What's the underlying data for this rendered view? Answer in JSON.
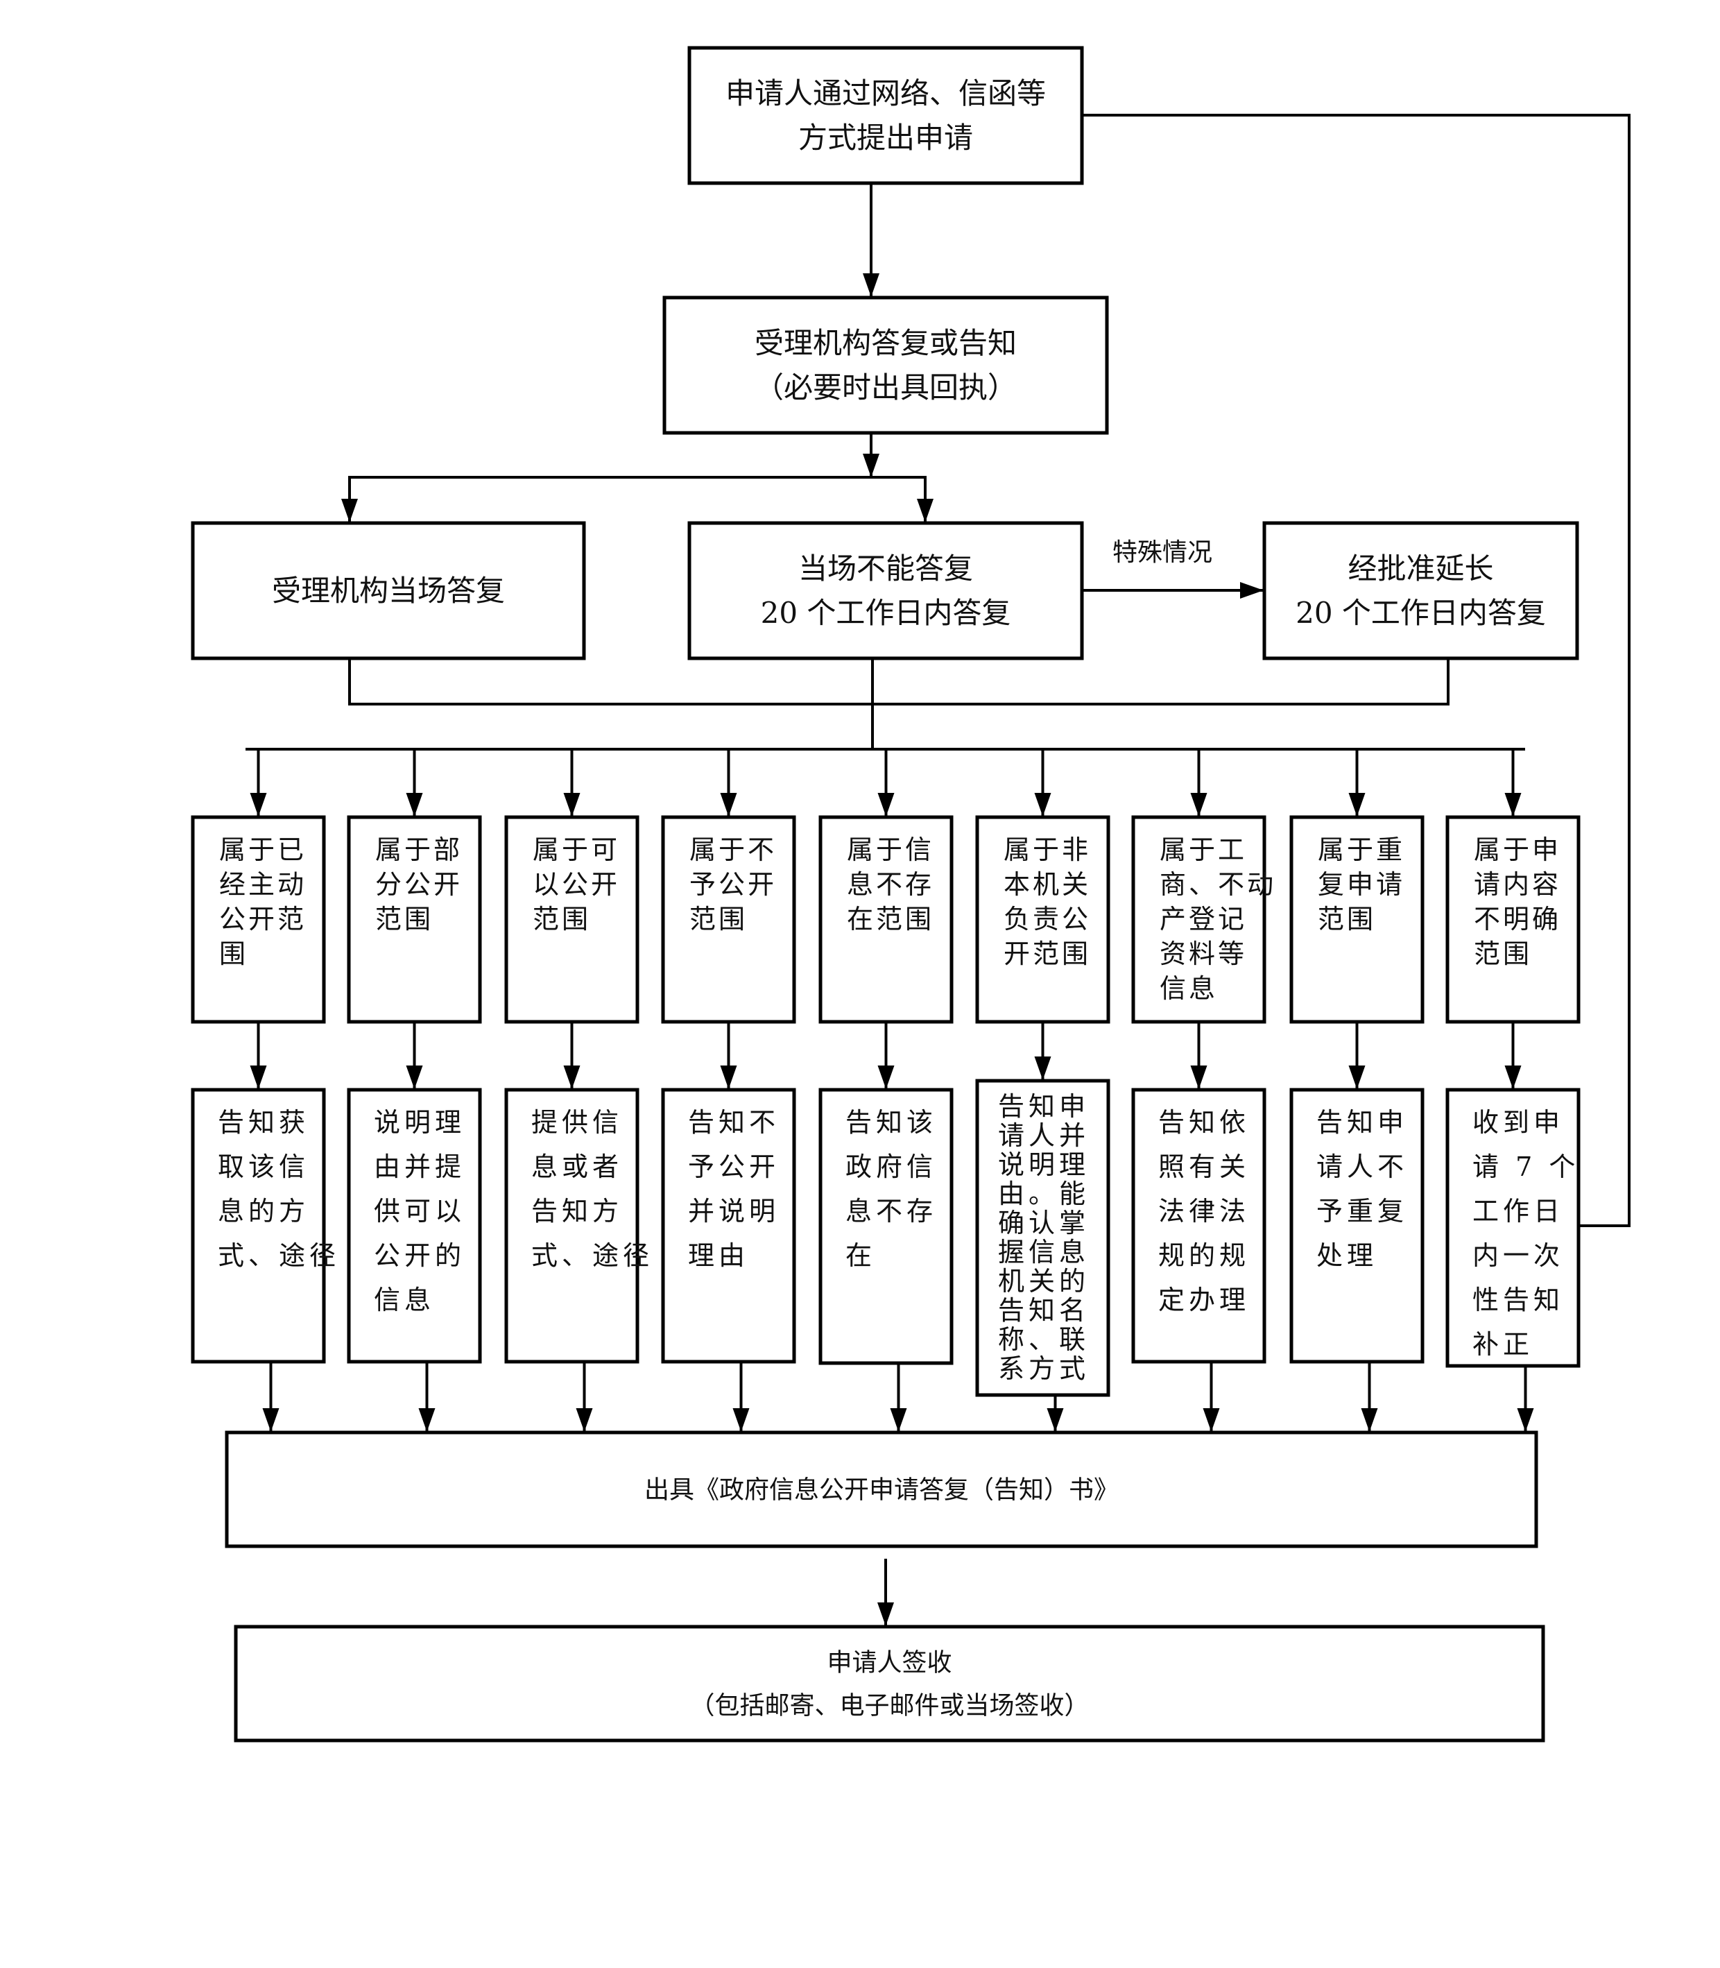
{
  "title": "政府信息公开申请处理流程",
  "nodes": {
    "apply": {
      "lines": [
        "申请人通过网络、信函等",
        "方式提出申请"
      ]
    },
    "accept": {
      "lines": [
        "受理机构答复或告知",
        "（必要时出具回执）"
      ]
    },
    "reply_onsite": {
      "lines": [
        "受理机构当场答复"
      ]
    },
    "reply_20days": {
      "lines": [
        "当场不能答复",
        "20 个工作日内答复"
      ]
    },
    "extend": {
      "lines": [
        "经批准延长",
        "20 个工作日内答复"
      ]
    },
    "issue_letter": {
      "lines": [
        "出具《政府信息公开申请答复（告知）书》"
      ]
    },
    "sign": {
      "lines": [
        "申请人签收",
        "（包括邮寄、电子邮件或当场签收）"
      ]
    }
  },
  "edge_labels": {
    "special_case": "特殊情况"
  },
  "categories": [
    {
      "lines": [
        "属于已",
        "经主动",
        "公开范",
        "围"
      ]
    },
    {
      "lines": [
        "属于部",
        "分公开",
        "范围"
      ]
    },
    {
      "lines": [
        "属于可",
        "以公开",
        "范围"
      ]
    },
    {
      "lines": [
        "属于不",
        "予公开",
        "范围"
      ]
    },
    {
      "lines": [
        "属于信",
        "息不存",
        "在范围"
      ]
    },
    {
      "lines": [
        "属于非",
        "本机关",
        "负责公",
        "开范围"
      ]
    },
    {
      "lines": [
        "属于工",
        "商、不动",
        "产登记",
        "资料等",
        "信息"
      ]
    },
    {
      "lines": [
        "属于重",
        "复申请",
        "范围"
      ]
    },
    {
      "lines": [
        "属于申",
        "请内容",
        "不明确",
        "范围"
      ]
    }
  ],
  "results": [
    {
      "lines": [
        "告知获",
        "取该信",
        "息的方",
        "式、途径"
      ]
    },
    {
      "lines": [
        "说明理",
        "由并提",
        "供可以",
        "公开的",
        "信息"
      ]
    },
    {
      "lines": [
        "提供信",
        "息或者",
        "告知方",
        "式、途径"
      ]
    },
    {
      "lines": [
        "告知不",
        "予公开",
        "并说明",
        "理由"
      ]
    },
    {
      "lines": [
        "告知该",
        "政府信",
        "息不存",
        "在"
      ]
    },
    {
      "lines": [
        "告知申",
        "请人并",
        "说明理",
        "由。能",
        "确认掌",
        "握信息",
        "机关的",
        "告知名",
        "称、联",
        "系方式"
      ]
    },
    {
      "lines": [
        "告知依",
        "照有关",
        "法律法",
        "规的规",
        "定办理"
      ]
    },
    {
      "lines": [
        "告知申",
        "请人不",
        "予重复",
        "处理"
      ]
    },
    {
      "lines": [
        "收到申",
        "请 7 个",
        "工作日",
        "内一次",
        "性告知",
        "补正"
      ]
    }
  ]
}
